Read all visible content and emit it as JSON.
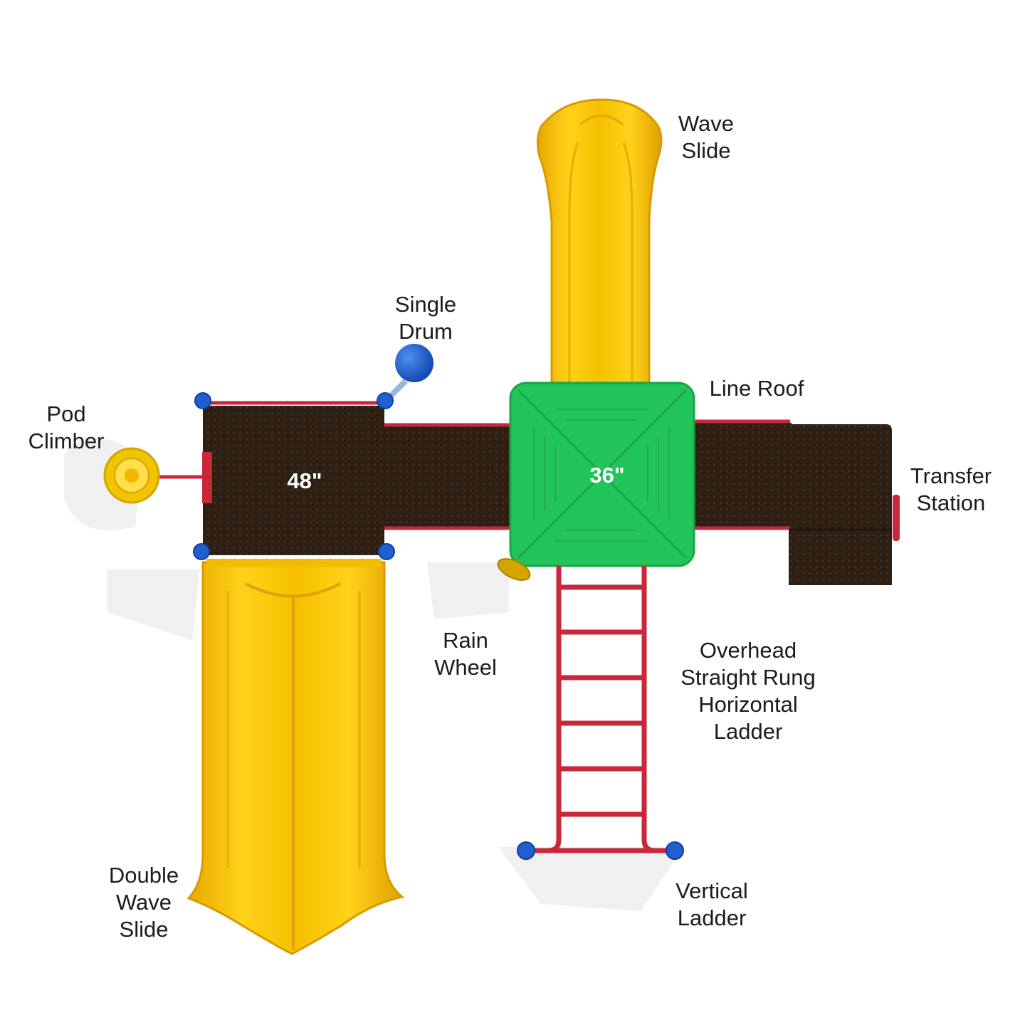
{
  "labels": {
    "wave_slide": [
      "Wave",
      "Slide"
    ],
    "single_drum": [
      "Single",
      "Drum"
    ],
    "line_roof": [
      "Line Roof"
    ],
    "pod_climber": [
      "Pod",
      "Climber"
    ],
    "transfer_station": [
      "Transfer",
      "Station"
    ],
    "rain_wheel": [
      "Rain",
      "Wheel"
    ],
    "overhead_ladder": [
      "Overhead",
      "Straight Rung",
      "Horizontal",
      "Ladder"
    ],
    "double_wave_slide": [
      "Double",
      "Wave",
      "Slide"
    ],
    "vertical_ladder": [
      "Vertical",
      "Ladder"
    ]
  },
  "deck_heights": {
    "left_deck": "48\"",
    "roof_deck": "36\""
  },
  "colors": {
    "slide_yellow": "#f7c500",
    "deck_brown": "#2e1f14",
    "roof_green": "#22c55a",
    "rail_red": "#c8283a",
    "clamp_blue": "#1f5fd0"
  }
}
